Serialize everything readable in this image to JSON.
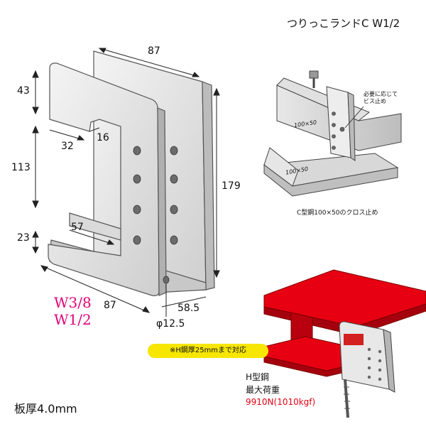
{
  "title": "つりっこランドC W1/2",
  "dimensions": {
    "top_width": "87",
    "bottom_width": "87",
    "height": "179",
    "d43": "43",
    "d113": "113",
    "d23": "23",
    "d32": "32",
    "d16": "16",
    "d57": "57",
    "d585": "58.5",
    "hole": "φ12.5"
  },
  "sizes": {
    "w1": "W3/8",
    "w2": "W1/2"
  },
  "cross_detail": {
    "note": "必要に応じて\nビス止め",
    "label_upper": "100×50",
    "label_lower": "100×50",
    "caption": "C型鋼100×50のクロス止め"
  },
  "h_note": "※H鋼厚25mmまで対応",
  "h_title": "H型鋼",
  "h_load": "最大荷重",
  "h_value": "9910N(1010kgf)",
  "thickness": "板厚4.0mm",
  "colors": {
    "red": "#e60012",
    "magenta": "#e0007a",
    "yellow": "#f6e600"
  }
}
